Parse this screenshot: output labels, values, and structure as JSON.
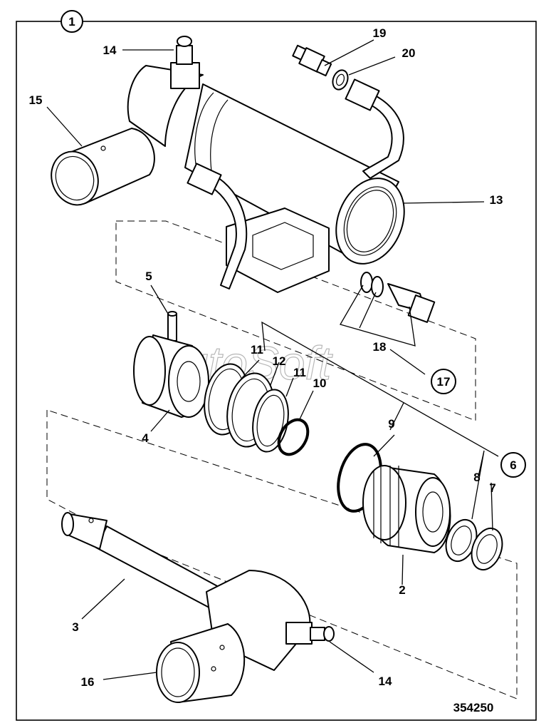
{
  "figure": {
    "index": "1",
    "drawing_number": "354250",
    "watermark": "AutoSoft"
  },
  "labels": {
    "l1": "2",
    "l2": "3",
    "l3": "4",
    "l4": "5",
    "l5": "6",
    "l6": "7",
    "l7": "8",
    "l8": "9",
    "l9": "10",
    "l10": "11",
    "l11": "11",
    "l12": "12",
    "l13": "13",
    "l14": "14",
    "l15": "14",
    "l16": "15",
    "l17": "16",
    "l18": "17",
    "l19": "18",
    "l20": "19",
    "l21": "20"
  }
}
